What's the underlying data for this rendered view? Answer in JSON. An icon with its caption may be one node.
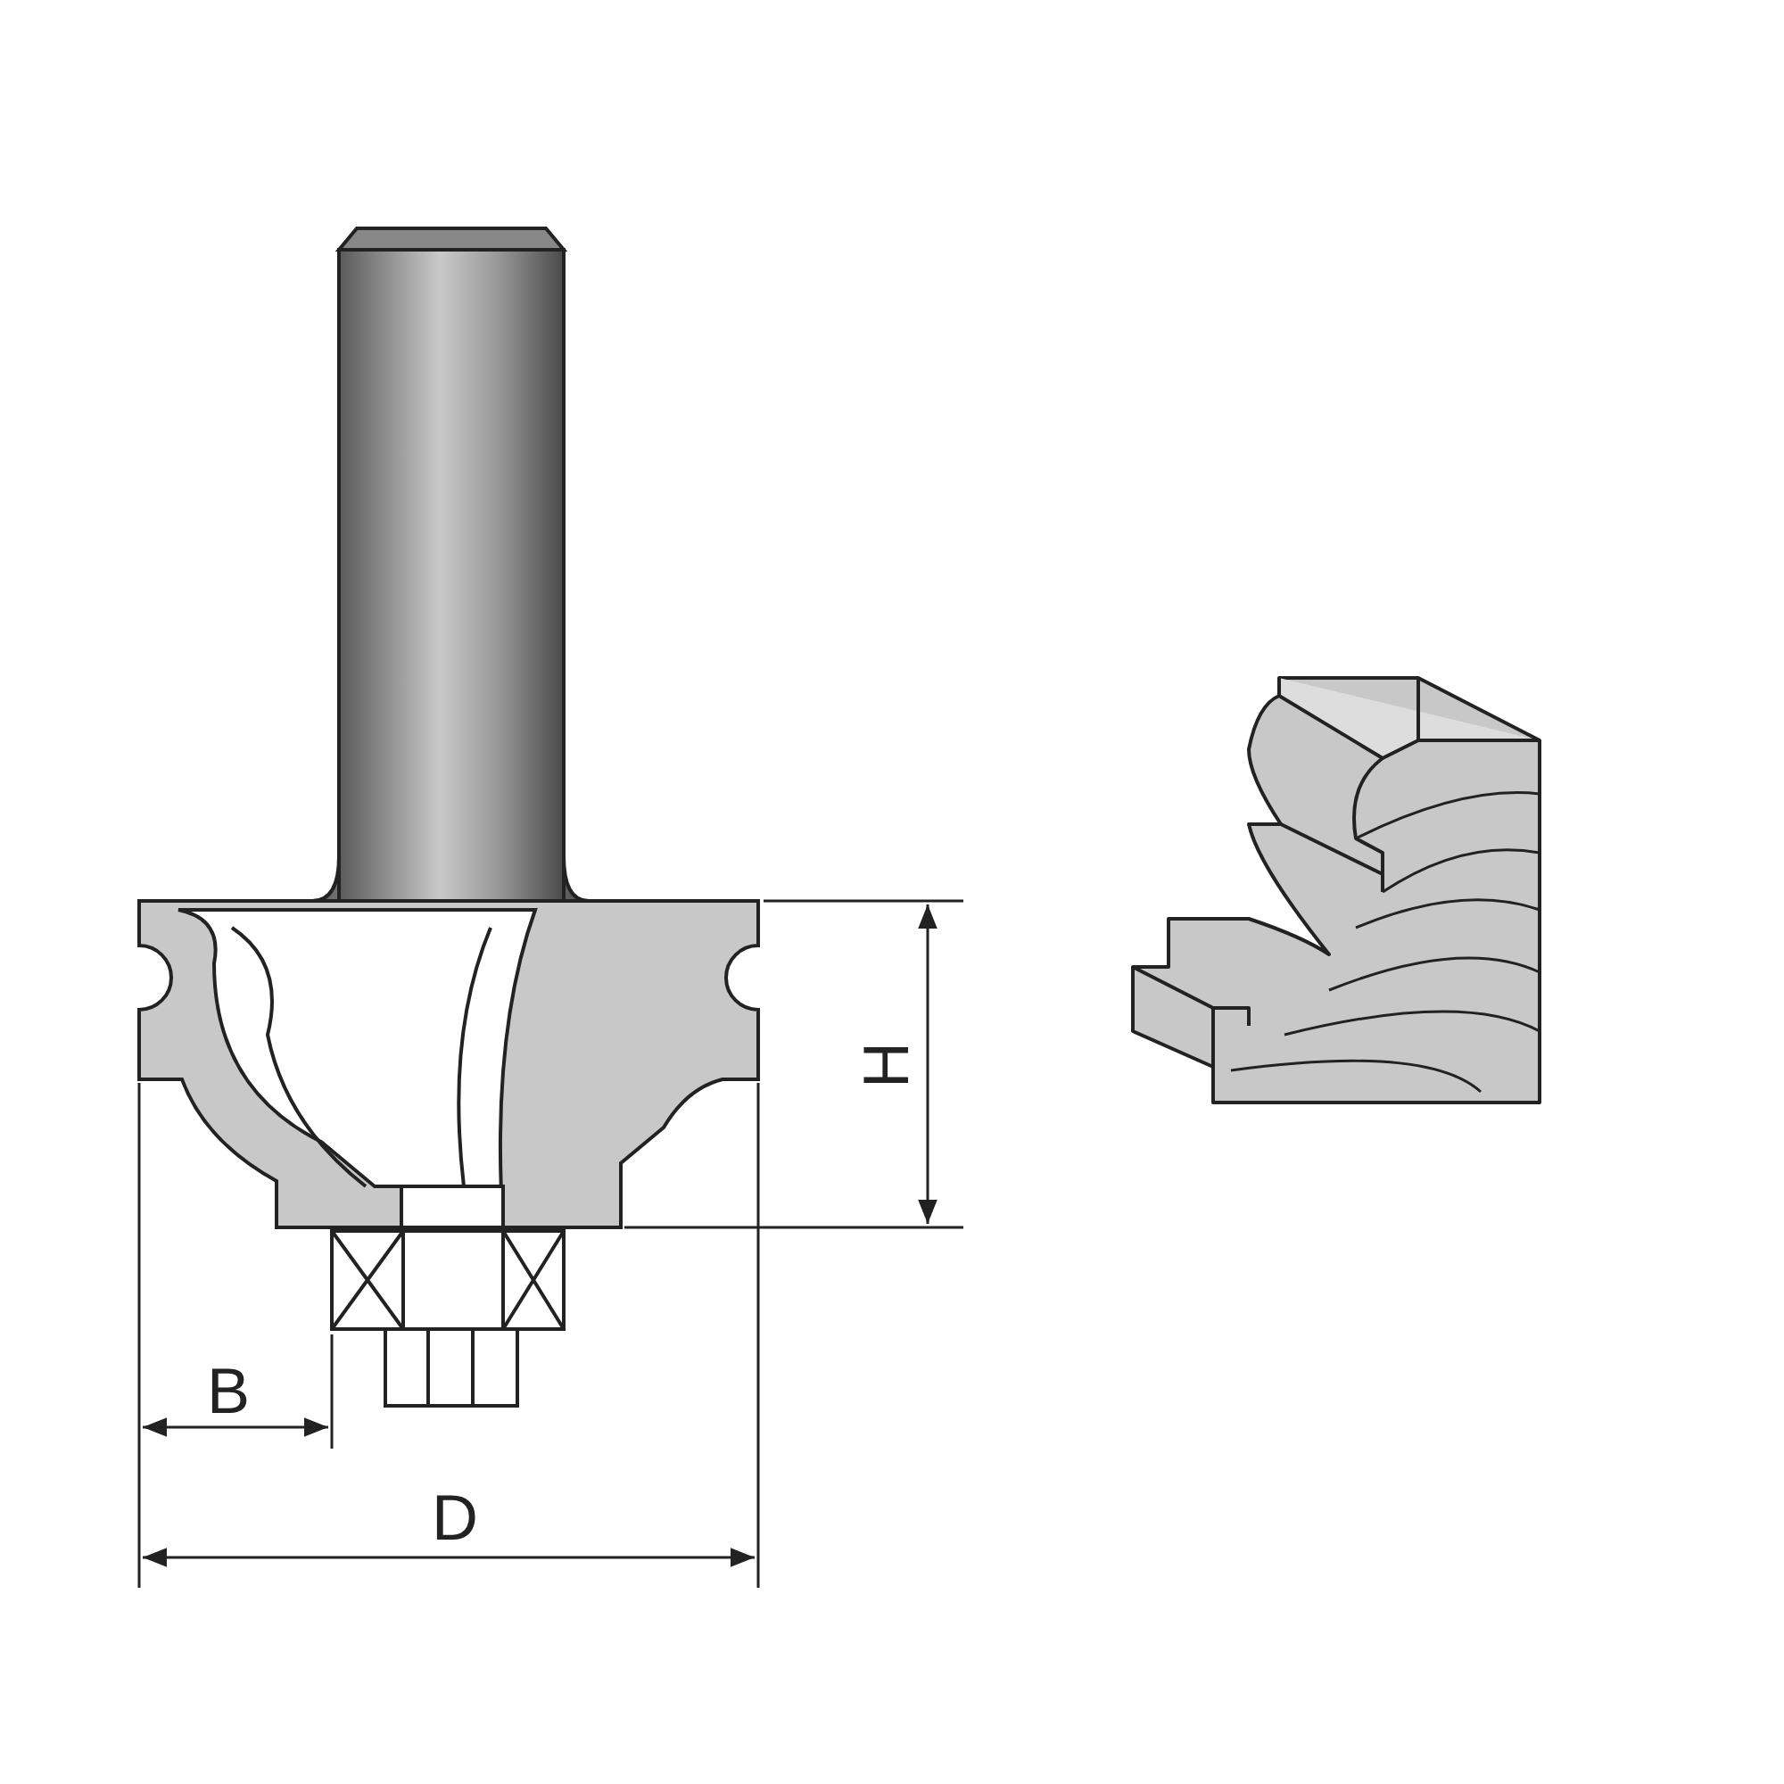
{
  "diagram": {
    "labels": [
      "H",
      "B",
      "D"
    ]
  }
}
